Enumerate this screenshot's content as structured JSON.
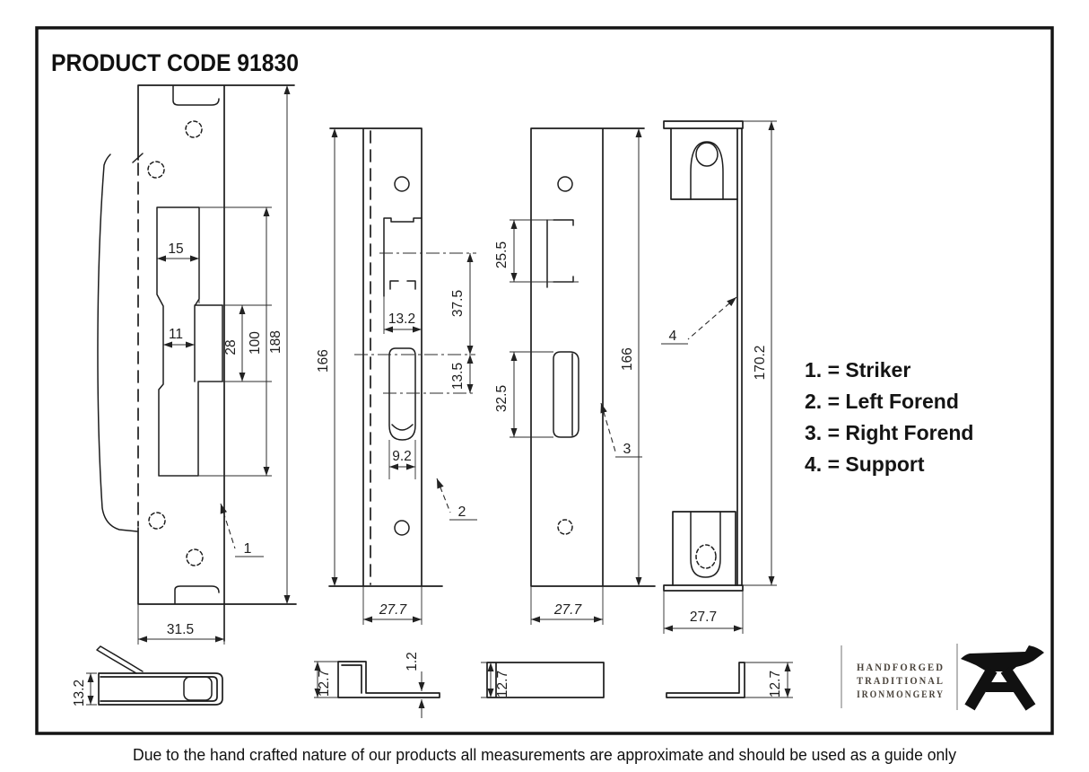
{
  "title": "PRODUCT CODE 91830",
  "legend": {
    "items": [
      "1. = Striker",
      "2. = Left Forend",
      "3. = Right Forend",
      "4. = Support"
    ]
  },
  "parts": {
    "striker": {
      "callout": "1",
      "slot_top_width": "15",
      "slot_width": "11",
      "slot_lower_height": "28",
      "cutout_height": "100",
      "total_height": "188",
      "plate_width": "31.5",
      "section_depth": "13.2"
    },
    "left_forend": {
      "callout": "2",
      "total_height": "166",
      "latch_cutout_width": "13.2",
      "latch_to_bolt_center": "37.5",
      "center_offset": "13.5",
      "bolt_slot_width": "9.2",
      "plate_width": "27.7",
      "section_height": "12.7",
      "section_thickness": "1.2"
    },
    "right_forend": {
      "callout": "3",
      "latch_cutout_height": "25.5",
      "bolt_cutout_height": "32.5",
      "total_height": "166",
      "plate_width": "27.7",
      "section_height": "12.7"
    },
    "support": {
      "callout": "4",
      "total_height": "170.2",
      "width": "27.7",
      "section_height": "12.7"
    }
  },
  "logo": {
    "line1": "HANDFORGED",
    "line2": "TRADITIONAL",
    "line3": "IRONMONGERY",
    "icon": "anvil-icon",
    "text_color": "#4b443c"
  },
  "footer": {
    "disclaimer": "Due to the hand crafted nature of our products all measurements are approximate and should be used as a guide only"
  }
}
